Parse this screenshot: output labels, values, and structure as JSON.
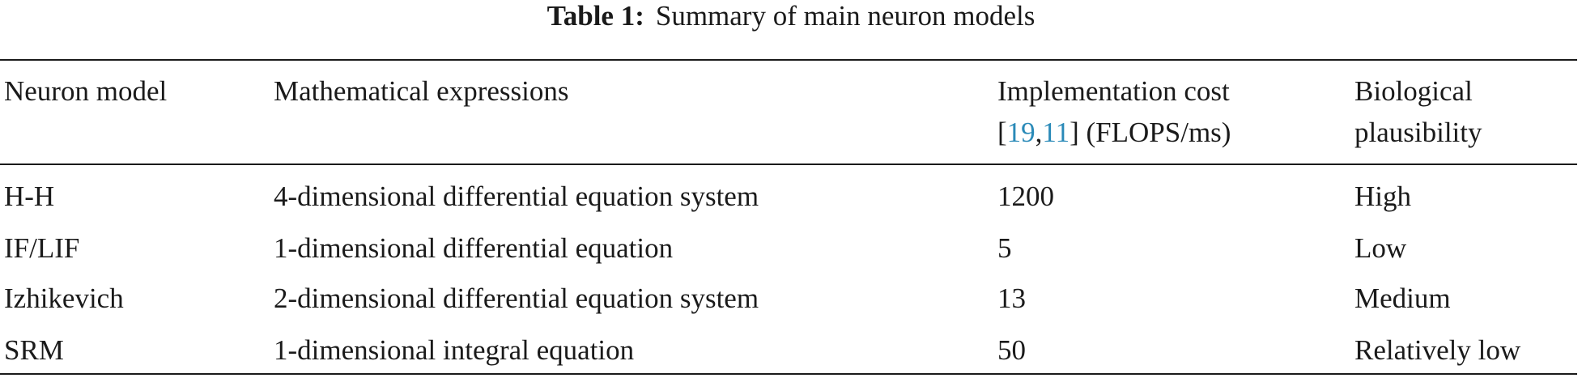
{
  "caption": {
    "label": "Table 1:",
    "text": "Summary of main neuron models"
  },
  "table": {
    "headers": {
      "model": "Neuron model",
      "expressions": "Mathematical expressions",
      "cost_line1": "Implementation cost",
      "cost_cite_open": "[",
      "cost_cite_a": "19",
      "cost_cite_sep": ",",
      "cost_cite_b": "11",
      "cost_cite_close": "]",
      "cost_unit": " (FLOPS/ms)",
      "plausibility_line1": "Biological",
      "plausibility_line2": "plausibility"
    },
    "rows": [
      {
        "model": "H-H",
        "expression": "4-dimensional differential equation system",
        "cost": "1200",
        "plausibility": "High"
      },
      {
        "model": "IF/LIF",
        "expression": "1-dimensional differential equation",
        "cost": "5",
        "plausibility": "Low"
      },
      {
        "model": "Izhikevich",
        "expression": "2-dimensional differential equation system",
        "cost": "13",
        "plausibility": "Medium"
      },
      {
        "model": "SRM",
        "expression": "1-dimensional integral equation",
        "cost": "50",
        "plausibility": "Relatively low"
      }
    ]
  },
  "colors": {
    "text": "#1a1a1a",
    "citation": "#2a8ab8"
  }
}
